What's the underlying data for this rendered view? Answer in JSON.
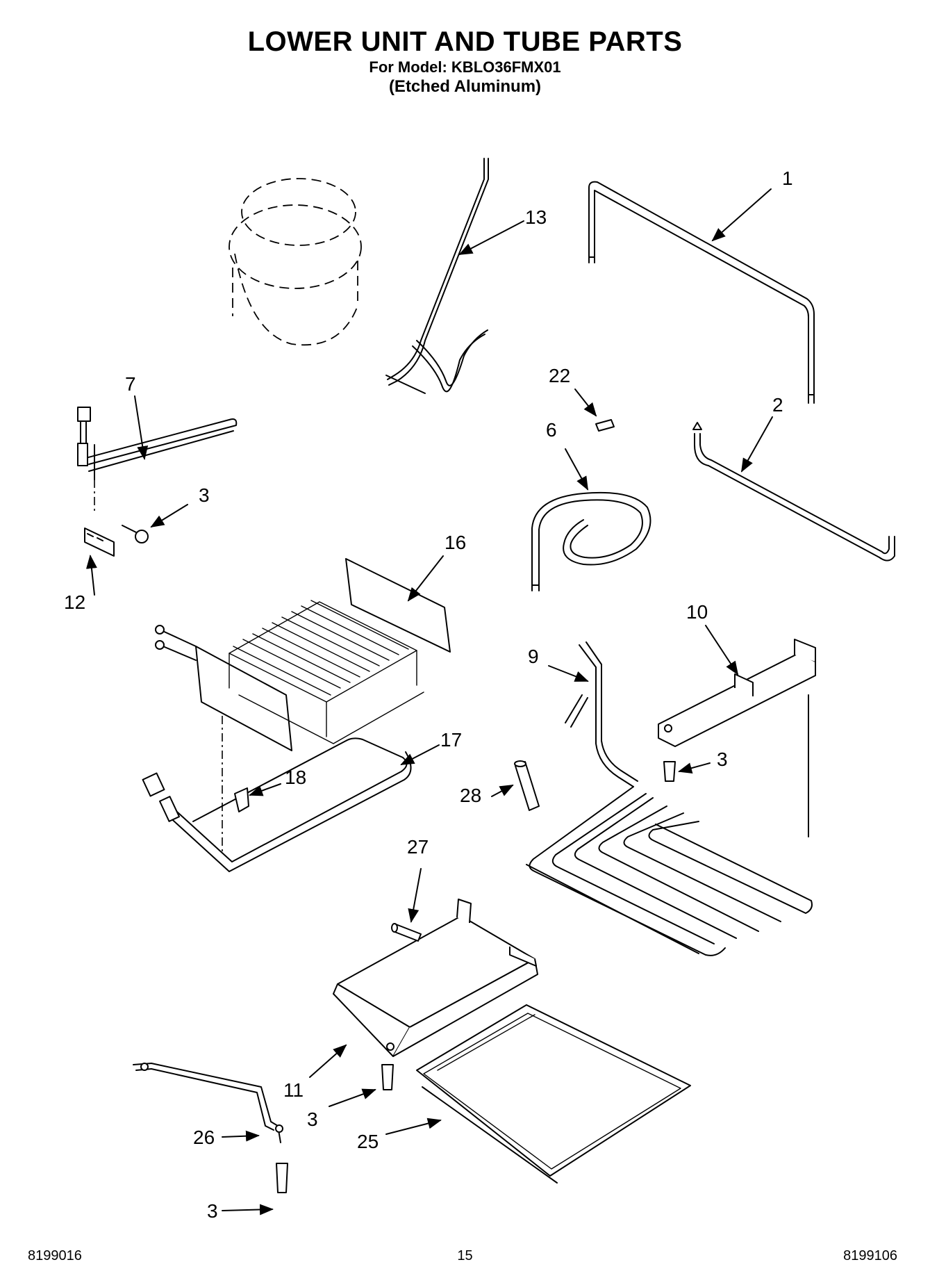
{
  "header": {
    "title": "LOWER UNIT AND TUBE PARTS",
    "model_line": "For Model: KBLO36FMX01",
    "variant_line": "(Etched Aluminum)"
  },
  "callouts": {
    "c1": "1",
    "c2": "2",
    "c3a": "3",
    "c3b": "3",
    "c3c": "3",
    "c3d": "3",
    "c6": "6",
    "c7": "7",
    "c9": "9",
    "c10": "10",
    "c11": "11",
    "c12": "12",
    "c13": "13",
    "c16": "16",
    "c17": "17",
    "c18": "18",
    "c22": "22",
    "c25": "25",
    "c26": "26",
    "c27": "27",
    "c28": "28"
  },
  "footer": {
    "left_code": "8199016",
    "page_number": "15",
    "right_code": "8199106"
  }
}
